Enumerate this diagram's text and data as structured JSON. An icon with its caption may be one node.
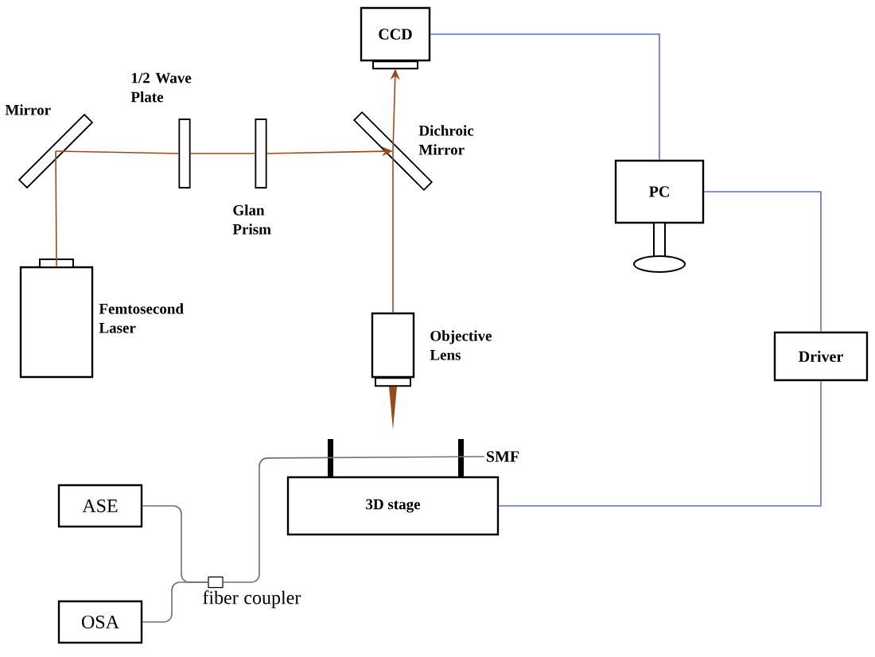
{
  "diagram": {
    "nodes": [
      {
        "text": [
          "Femtosecond Laser"
        ]
      },
      {
        "text": [
          "Mirror"
        ]
      },
      {
        "text": [
          "1/2 Wave Plate"
        ]
      },
      {
        "text": [
          "Glan Prism"
        ]
      },
      {
        "text": [
          "Dichroic Mirror"
        ]
      },
      {
        "text": [
          "CCD"
        ]
      },
      {
        "text": [
          "Objective Lens"
        ]
      },
      {
        "text": [
          "PC"
        ]
      },
      {
        "text": [
          "Driver"
        ]
      },
      {
        "text": [
          "3D stage"
        ]
      },
      {
        "text": [
          "ASE"
        ]
      },
      {
        "text": [
          "OSA"
        ]
      },
      {
        "text": [
          "fiber coupler"
        ]
      },
      {
        "text": [
          "SMF"
        ]
      }
    ],
    "edges": [
      {
        "from": 0,
        "to": 1,
        "arrow": "none",
        "color": "#9b4a1c"
      },
      {
        "from": 1,
        "to": 2,
        "arrow": "none",
        "color": "#9b4a1c"
      },
      {
        "from": 2,
        "to": 3,
        "arrow": "none",
        "color": "#9b4a1c"
      },
      {
        "from": 3,
        "to": 4,
        "arrow": "to",
        "color": "#9b4a1c"
      },
      {
        "from": 6,
        "to": 4,
        "arrow": "none",
        "color": "#9b4a1c"
      },
      {
        "from": 4,
        "to": 5,
        "arrow": "to",
        "color": "#9b4a1c"
      },
      {
        "from": 5,
        "to": 7,
        "arrow": "none",
        "color": "#5a6fd0"
      },
      {
        "from": 7,
        "to": 8,
        "arrow": "none",
        "color": "#5a6fd0"
      },
      {
        "from": 8,
        "to": 9,
        "arrow": "none",
        "color": "#5a6fd0"
      },
      {
        "from": 10,
        "to": 12,
        "arrow": "none",
        "color": "#707070"
      },
      {
        "from": 11,
        "to": 12,
        "arrow": "none",
        "color": "#707070"
      },
      {
        "from": 12,
        "to": 13,
        "arrow": "none",
        "color": "#707070"
      }
    ]
  }
}
